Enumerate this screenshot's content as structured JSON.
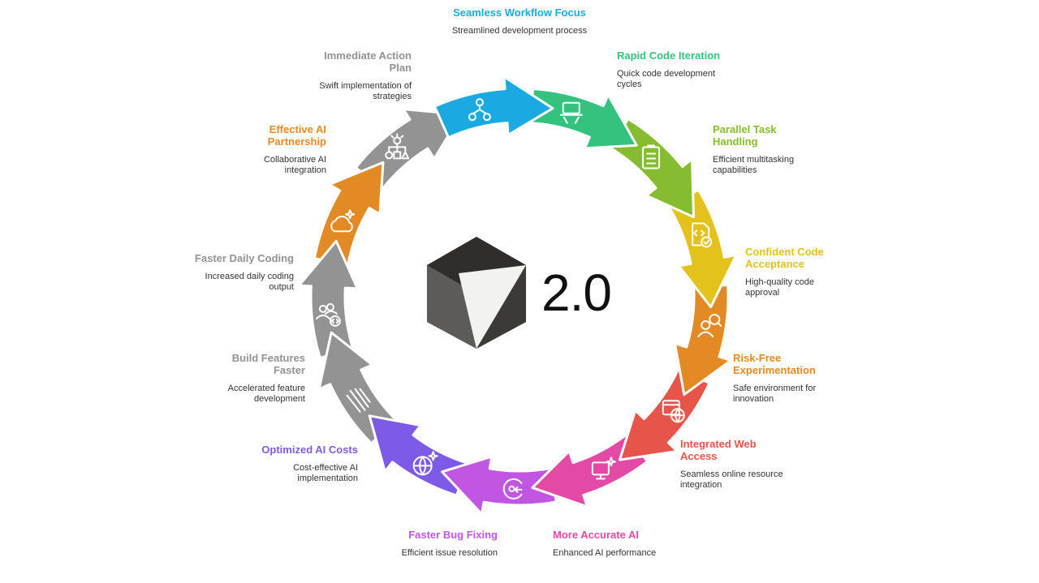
{
  "version": "2.0",
  "steps": [
    {
      "title": "Seamless Workflow Focus",
      "desc": "Streamlined development process",
      "color": "#1ba9e1",
      "icon": "hierarchy-icon"
    },
    {
      "title": "Rapid Code Iteration",
      "desc": "Quick code development cycles",
      "color": "#34c27e",
      "icon": "laptop-hands-icon"
    },
    {
      "title": "Parallel Task Handling",
      "desc": "Efficient multitasking capabilities",
      "color": "#86bc2f",
      "icon": "checklist-icon"
    },
    {
      "title": "Confident Code Acceptance",
      "desc": "High-quality code approval",
      "color": "#e2c21b",
      "icon": "code-file-check-icon"
    },
    {
      "title": "Risk-Free Experimentation",
      "desc": "Safe environment for innovation",
      "color": "#e48a25",
      "icon": "person-search-icon"
    },
    {
      "title": "Integrated Web Access",
      "desc": "Seamless online resource integration",
      "color": "#e7544a",
      "icon": "browser-globe-icon"
    },
    {
      "title": "More Accurate AI",
      "desc": "Enhanced AI performance",
      "color": "#e34aa6",
      "icon": "monitor-sparkle-icon"
    },
    {
      "title": "Faster Bug Fixing",
      "desc": "Efficient issue resolution",
      "color": "#c156e2",
      "icon": "refresh-target-icon"
    },
    {
      "title": "Optimized AI Costs",
      "desc": "Cost-effective AI implementation",
      "color": "#7e5be6",
      "icon": "globe-sparkle-icon"
    },
    {
      "title": "Build Features Faster",
      "desc": "Accelerated feature development",
      "color": "#939393",
      "icon": "speed-lines-icon"
    },
    {
      "title": "Faster Daily Coding",
      "desc": "Increased daily coding output",
      "color": "#939393",
      "icon": "users-code-icon"
    },
    {
      "title": "Effective AI Partnership",
      "desc": "Collaborative AI integration",
      "color": "#e48a25",
      "icon": "cloud-sparkle-icon"
    },
    {
      "title": "Immediate Action Plan",
      "desc": "Swift implementation of strategies",
      "color": "#939393",
      "icon": "idea-flow-icon"
    }
  ]
}
